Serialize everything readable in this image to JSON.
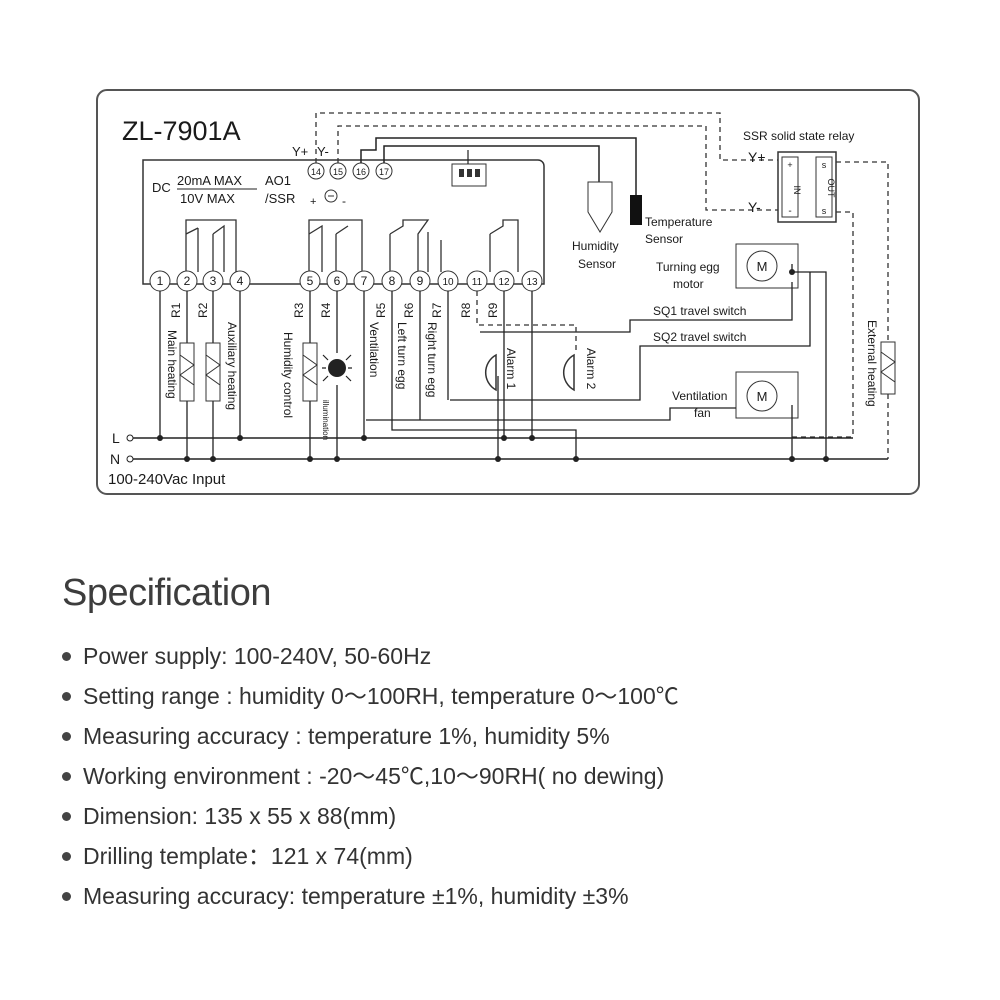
{
  "diagram": {
    "model": "ZL-7901A",
    "analog_out": {
      "dc_line1": "20mA MAX",
      "dc_line2": "10V MAX",
      "dc_prefix": "DC",
      "ao1": "AO1",
      "ssr": "/SSR",
      "plus": "+",
      "minus": "-",
      "y_plus": "Y+",
      "y_minus": "Y-"
    },
    "top_terminals": [
      "14",
      "15",
      "16",
      "17"
    ],
    "terminals": [
      "1",
      "2",
      "3",
      "4",
      "5",
      "6",
      "7",
      "8",
      "9",
      "10",
      "11",
      "12",
      "13"
    ],
    "relays": [
      "R1",
      "R2",
      "R3",
      "R4",
      "R5",
      "R6",
      "R7",
      "R8",
      "R9"
    ],
    "loads": {
      "main_heating": "Main heating",
      "aux_heating": "Auxiliary heating",
      "humidity_control": "Humidity control",
      "illumination": "illumination",
      "ventilation": "Ventilation",
      "left_turn": "Left turn egg",
      "right_turn": "Right turn egg",
      "alarm1": "Alarm 1",
      "alarm2": "Alarm 2",
      "external_heating": "External heating"
    },
    "sensors": {
      "humidity_line1": "Humidity",
      "humidity_line2": "Sensor",
      "temperature_line1": "Temperature",
      "temperature_line2": "Sensor"
    },
    "ssr": {
      "title": "SSR solid state relay",
      "y_plus": "Y+",
      "y_minus": "Y-",
      "in": "IN",
      "out": "OUT",
      "plus": "+",
      "minus": "-",
      "s1": "s",
      "s2": "s"
    },
    "motor": {
      "label_line1": "Turning egg",
      "label_line2": "motor",
      "symbol": "M"
    },
    "switches": {
      "sq1": "SQ1 travel switch",
      "sq2": "SQ2 travel switch"
    },
    "fan": {
      "label_line1": "Ventilation",
      "label_line2": "fan",
      "symbol": "M"
    },
    "power": {
      "l": "L",
      "n": "N",
      "input": "100-240Vac  Input"
    }
  },
  "spec": {
    "title": "Specification",
    "items": [
      "Power supply: 100-240V, 50-60Hz",
      "Setting range : humidity 0～100RH, temperature 0～100℃",
      "Measuring accuracy : temperature 1%, humidity 5%",
      "Working environment : -20～45℃,10～90RH( no dewing)",
      "Dimension: 135 x 55 x 88(mm)",
      "Drilling template：121 x 74(mm)",
      "Measuring accuracy: temperature ±1%, humidity ±3%"
    ]
  }
}
